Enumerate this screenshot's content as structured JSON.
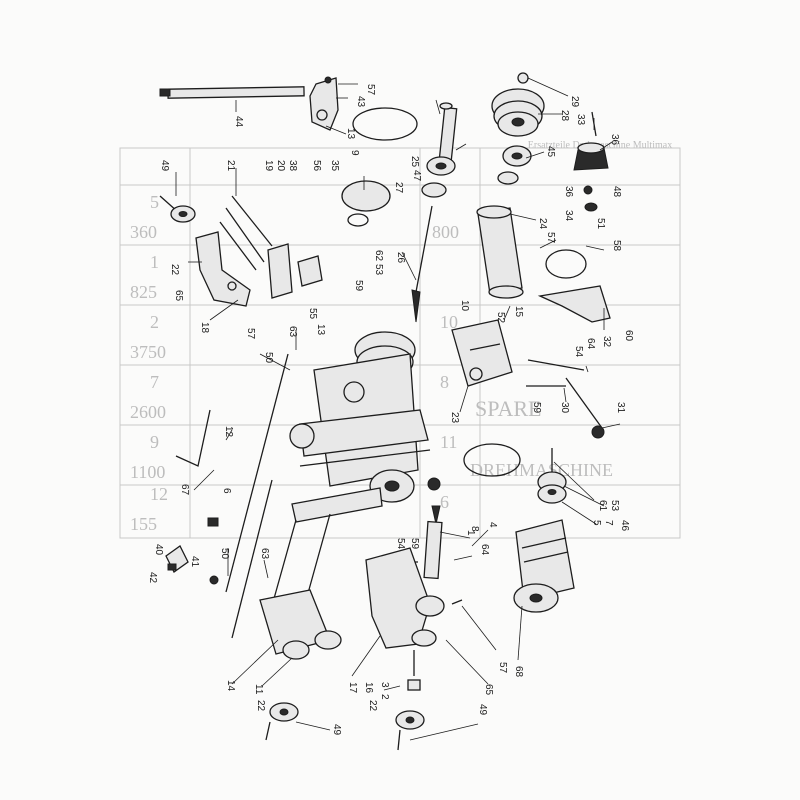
{
  "page": {
    "heading_faint": "Ersatzteile Drehmaschine Multimax",
    "bleed_words": [
      "SPARE",
      "DREHMASCHINE"
    ],
    "bleed_numbers": [
      "360",
      "825",
      "3750",
      "2600",
      "1100",
      "155",
      "800",
      "5",
      "7",
      "12",
      "1",
      "2",
      "9",
      "10",
      "11",
      "6",
      "8"
    ]
  },
  "part_labels": [
    "44",
    "57",
    "43",
    "13",
    "9",
    "25",
    "47",
    "29",
    "28",
    "33",
    "36",
    "49",
    "21",
    "19",
    "20",
    "38",
    "56",
    "35",
    "27",
    "45",
    "26",
    "22",
    "65",
    "18",
    "53",
    "24",
    "57",
    "58",
    "48",
    "36",
    "34",
    "51",
    "10",
    "52",
    "15",
    "62",
    "59",
    "60",
    "32",
    "50",
    "57",
    "63",
    "55",
    "13",
    "54",
    "23",
    "59",
    "30",
    "31",
    "64",
    "12",
    "67",
    "6",
    "46",
    "5",
    "7",
    "61",
    "53",
    "40",
    "41",
    "42",
    "50",
    "63",
    "54",
    "59",
    "64",
    "8",
    "4",
    "68",
    "14",
    "11",
    "17",
    "16",
    "3",
    "2",
    "22",
    "49",
    "22",
    "49",
    "57",
    "65",
    "1"
  ]
}
